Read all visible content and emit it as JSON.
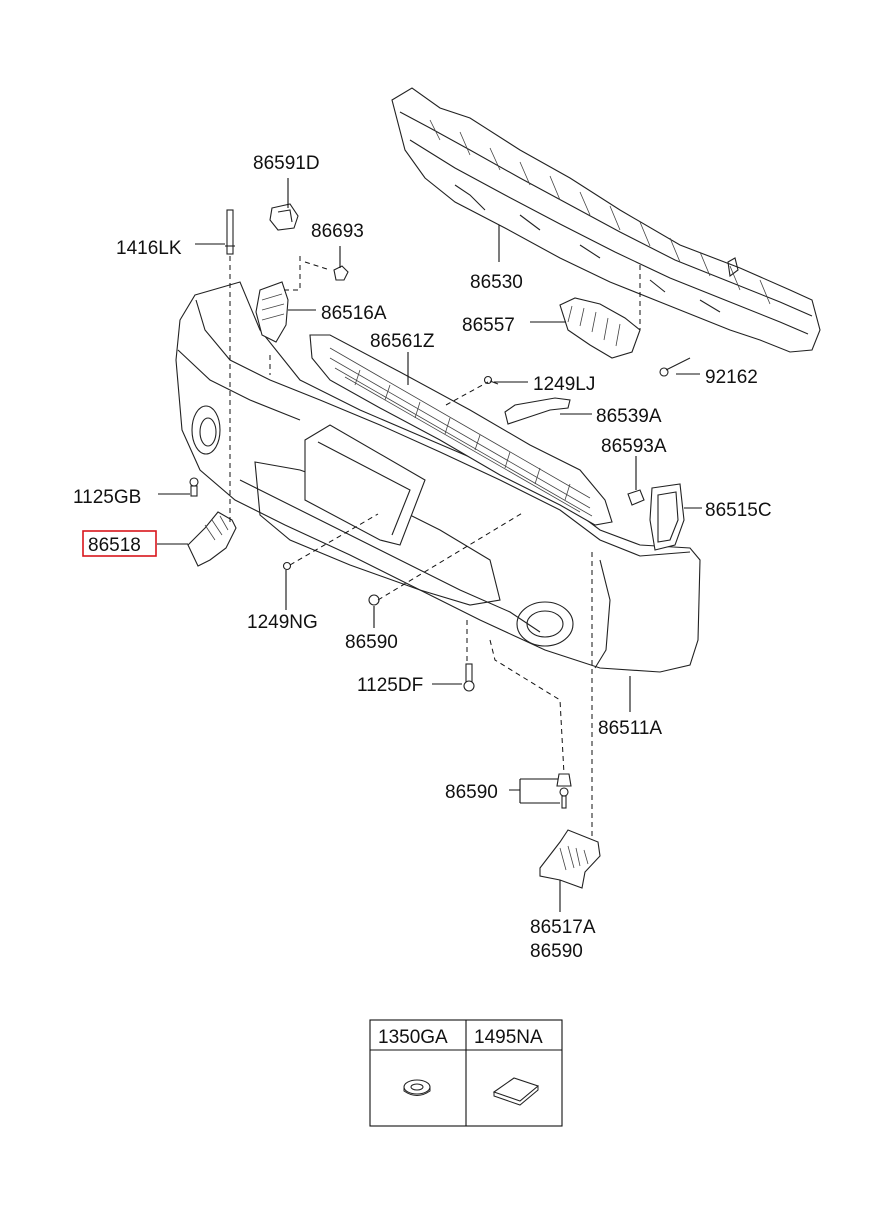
{
  "labels": {
    "p86591D": "86591D",
    "p1416LK": "1416LK",
    "p86693": "86693",
    "p86530": "86530",
    "p86516A": "86516A",
    "p86557": "86557",
    "p86561Z": "86561Z",
    "p92162": "92162",
    "p1249LJ": "1249LJ",
    "p86539A": "86539A",
    "p86593A": "86593A",
    "p1125GB": "1125GB",
    "p86515C": "86515C",
    "p86518": "86518",
    "p1249NG": "1249NG",
    "p86590a": "86590",
    "p1125DF": "1125DF",
    "p86511A": "86511A",
    "p86590b": "86590",
    "p86517A": "86517A",
    "p86590c": "86590"
  },
  "table": {
    "col1": "1350GA",
    "col2": "1495NA"
  },
  "colors": {
    "highlight": "#d9161c",
    "ink": "#111111"
  }
}
